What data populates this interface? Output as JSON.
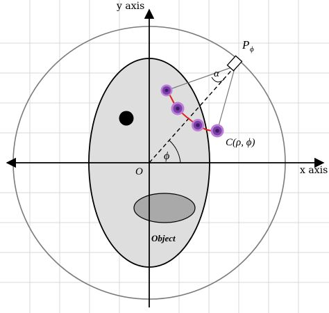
{
  "axes": {
    "x_label": "x axis",
    "y_label": "y axis",
    "origin_label": "O"
  },
  "labels": {
    "source": "P",
    "source_sub": "ϕ",
    "alpha": "α",
    "phi": "ϕ",
    "curve": "C(ρ, ϕ)",
    "object": "Object"
  },
  "colors": {
    "grid": "#d9d9d9",
    "ellipse_fill": "#dedede",
    "inner_ellipse_fill": "#a9a9a9",
    "curve": "#e0201b",
    "blob_fill": "#7b3fa8",
    "blob_ring": "#bb7fd6",
    "blob_center": "#3c1d66",
    "ink": "#000000",
    "circle": "#7a7a7a"
  }
}
